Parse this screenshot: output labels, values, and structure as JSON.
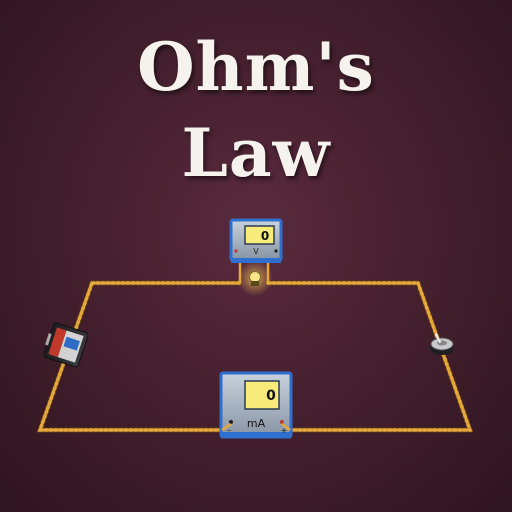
{
  "title": {
    "line1": "Ohm's",
    "line2": "Law"
  },
  "voltmeter": {
    "reading": "0",
    "unit_label": "V"
  },
  "ammeter": {
    "reading": "0",
    "unit_label": "mA",
    "minus_sign": "–",
    "plus_sign": "+"
  },
  "colors": {
    "background": "#46202f",
    "wire": "#e0a43c",
    "meter_body": "#9aa6b6",
    "meter_frame": "#2f6fd0",
    "display": "#f7ec7a"
  },
  "icons": [
    "battery-icon",
    "bulb-icon",
    "switch-icon",
    "voltmeter-icon",
    "ammeter-icon"
  ]
}
